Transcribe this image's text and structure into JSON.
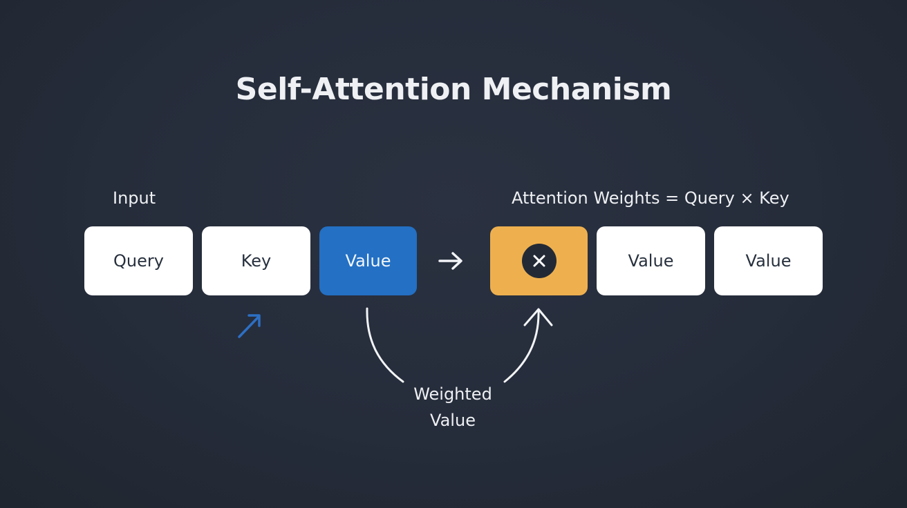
{
  "title": "Self-Attention Mechanism",
  "labels": {
    "input": "Input",
    "formula": "Attention Weights = Query × Key",
    "weighted_line1": "Weighted",
    "weighted_line2": "Value"
  },
  "input_boxes": [
    {
      "label": "Query",
      "style": "white"
    },
    {
      "label": "Key",
      "style": "white"
    },
    {
      "label": "Value",
      "style": "blue"
    }
  ],
  "output_boxes": [
    {
      "icon": "multiply-icon",
      "style": "orange"
    },
    {
      "label": "Value",
      "style": "white"
    },
    {
      "label": "Value",
      "style": "white"
    }
  ],
  "icons": {
    "flow_arrow": "arrow-right-icon",
    "key_arrow": "arrow-up-right-icon",
    "multiply": "multiply-icon"
  },
  "colors": {
    "background": "#252c3a",
    "box_white": "#ffffff",
    "box_blue": "#2370c4",
    "box_orange": "#eeb04f",
    "text_light": "#eef0f3",
    "text_dark": "#27303d",
    "accent_arrow": "#2d6fc4"
  }
}
